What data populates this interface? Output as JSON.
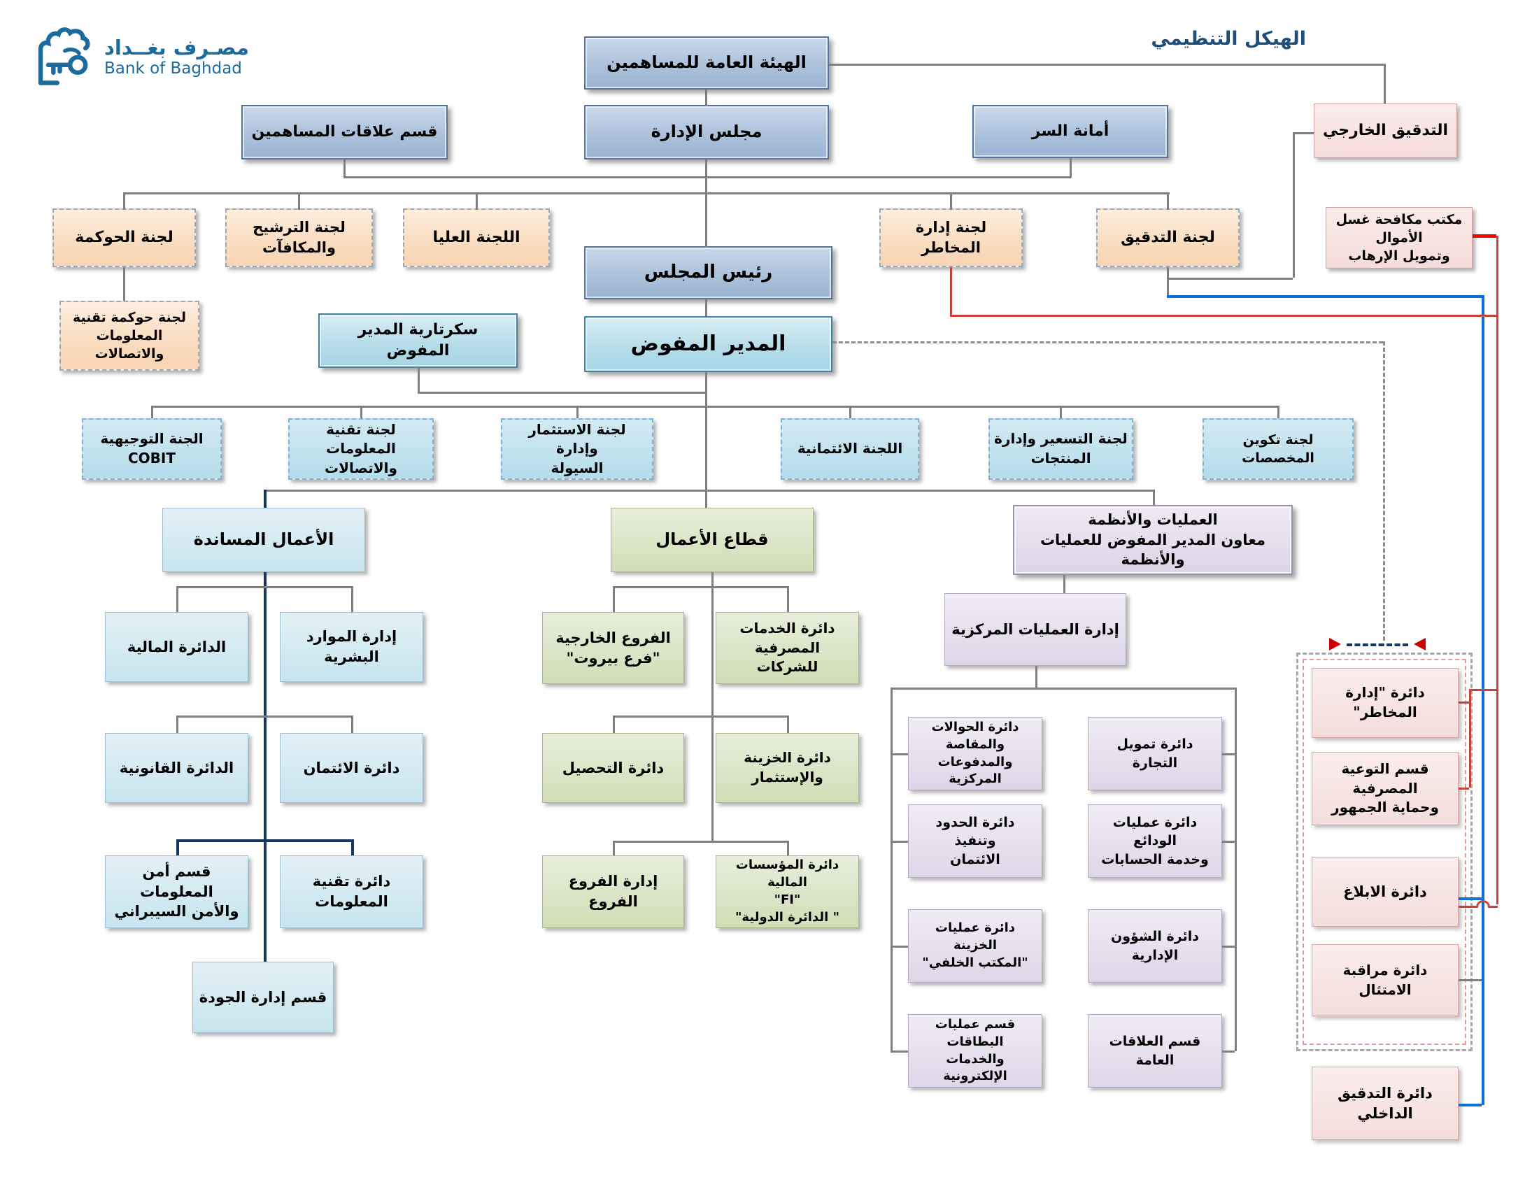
{
  "page_title": "الهيكل التنظيمي",
  "logo": {
    "name_ar": "مصـرف بغــداد",
    "name_en": "Bank of Baghdad"
  },
  "nodes": {
    "general-assembly": "الهيئة العامة للمساهمين",
    "board-of-directors": "مجلس الإدارة",
    "shareholder-relations": "قسم علاقات المساهمين",
    "board-secretariat": "أمانة السر",
    "external-audit": "التدقيق الخارجي",
    "governance-committee": "لجنة الحوكمة",
    "nomination-remuneration-committee": "لجنة الترشيح والمكافآت",
    "supreme-committee": "اللجنة العليا",
    "risk-management-committee": "لجنة إدارة المخاطر",
    "audit-committee": "لجنة التدقيق",
    "aml-cft-office": "مكتب مكافحة غسل الأموال\nوتمويل الإرهاب",
    "ict-governance-committee": "لجنة حوكمة تقنية\nالمعلومات والاتصالات",
    "board-chairman": "رئيس المجلس",
    "managing-director": "المدير المفوض",
    "md-secretariat": "سكرتارية المدير المفوض",
    "cobit-steering-committee": "الجنة التوجيهية\nCOBIT",
    "ict-committee": "لجنة تقنية المعلومات\nوالاتصالات",
    "investment-liquidity-committee": "لجنة الاستثمار وإدارة\nالسيولة",
    "credit-committee": "اللجنة الائتمانية",
    "pricing-product-committee": "لجنة التسعير وإدارة\nالمنتجات",
    "provisions-committee": "لجنة تكوين المخصصات",
    "support-functions": "الأعمال المساندة",
    "business-sector": "قطاع الأعمال",
    "operations-systems": "العمليات والأنظمة\nمعاون المدير المفوض للعمليات والأنظمة",
    "finance-department": "الدائرة المالية",
    "hr-department": "إدارة الموارد البشرية",
    "legal-department": "الدائرة القانونية",
    "credit-department": "دائرة الائتمان",
    "infosec-cybersecurity-section": "قسم أمن المعلومات\nوالأمن السيبراني",
    "it-department": "دائرة تقنية المعلومات",
    "quality-management-section": "قسم إدارة الجودة",
    "external-branches": "الفروع الخارجية\n\"فرع بيروت\"",
    "corporate-banking-department": "دائرة الخدمات المصرفية\nللشركات",
    "collection-department": "دائرة التحصيل",
    "treasury-investment-department": "دائرة الخزينة والإستثمار",
    "branches-management": "إدارة الفروع\nالفروع",
    "financial-institutions-department": "دائرة المؤسسات المالية\n\"FI\"\n\" الدائرة الدولية\"",
    "central-operations-management": "إدارة العمليات المركزية",
    "remittances-clearing-department": "دائرة الحوالات والمقاصة\nوالمدفوعات المركزية",
    "trade-finance-department": "دائرة تمويل التجارة",
    "limits-credit-execution-department": "دائرة الحدود وتنفيذ\nالائتمان",
    "deposits-accounts-department": "دائرة عمليات الودائع\nوخدمة الحسابات",
    "treasury-back-office-department": "دائرة عمليات الخزينة\n\"المكتب الخلفي\"",
    "admin-affairs-department": "دائرة الشؤون الإدارية",
    "cards-eservices-section": "قسم عمليات البطاقات\nوالخدمات الإلكترونية",
    "public-relations-section": "قسم العلاقات العامة",
    "risk-management-department": "دائرة \"إدارة المخاطر\"",
    "banking-awareness-section": "قسم التوعية المصرفية\nوحماية الجمهور",
    "reporting-department": "دائرة الابلاغ",
    "compliance-monitoring-department": "دائرة مراقبة الامتثال",
    "internal-audit-department": "دائرة التدقيق الداخلي"
  }
}
